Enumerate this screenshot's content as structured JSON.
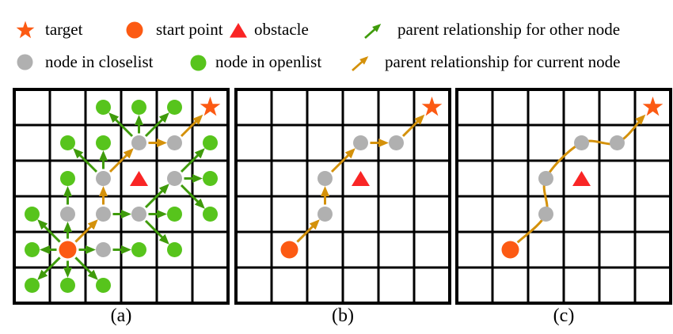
{
  "legend": {
    "rows": [
      {
        "items": [
          {
            "icon": "target-star",
            "label": "target"
          },
          {
            "icon": "start-circle",
            "label": "start point"
          },
          {
            "icon": "obstacle-triangle",
            "label": "obstacle"
          },
          {
            "icon": "arrow-green",
            "label": "parent relationship for other node"
          }
        ]
      },
      {
        "items": [
          {
            "icon": "gray-circle",
            "label": "node in closelist"
          },
          {
            "icon": "green-circle",
            "label": "node in openlist"
          },
          {
            "icon": "arrow-orange",
            "label": "parent relationship for current node"
          }
        ]
      }
    ]
  },
  "colors": {
    "target": "#fc5a13",
    "start": "#fc5a13",
    "obstacle": "#f92525",
    "open_node": "#57c41c",
    "closed_node": "#b0b0b0",
    "other_parent_arrow": "#3f9b0b",
    "current_parent_arrow": "#d4910a",
    "grid": "#000000"
  },
  "panels": [
    {
      "caption": "(a)",
      "grid": {
        "cols": 6,
        "rows": 6
      },
      "star": [
        5,
        0
      ],
      "start": [
        1,
        4
      ],
      "obstacle": [
        3,
        2
      ],
      "gray_nodes": [
        [
          3,
          1
        ],
        [
          4,
          1
        ],
        [
          2,
          2
        ],
        [
          4,
          2
        ],
        [
          1,
          3
        ],
        [
          2,
          3
        ],
        [
          3,
          3
        ],
        [
          2,
          4
        ]
      ],
      "green_nodes": [
        [
          2,
          0
        ],
        [
          3,
          0
        ],
        [
          4,
          0
        ],
        [
          1,
          1
        ],
        [
          2,
          1
        ],
        [
          5,
          1
        ],
        [
          1,
          2
        ],
        [
          5,
          2
        ],
        [
          0,
          3
        ],
        [
          4,
          3
        ],
        [
          5,
          3
        ],
        [
          0,
          4
        ],
        [
          3,
          4
        ],
        [
          4,
          4
        ],
        [
          0,
          5
        ],
        [
          1,
          5
        ],
        [
          2,
          5
        ]
      ],
      "green_arrows": [
        [
          [
            3,
            1
          ],
          [
            2,
            0
          ]
        ],
        [
          [
            3,
            1
          ],
          [
            3,
            0
          ]
        ],
        [
          [
            3,
            1
          ],
          [
            4,
            0
          ]
        ],
        [
          [
            2,
            2
          ],
          [
            1,
            1
          ]
        ],
        [
          [
            2,
            2
          ],
          [
            2,
            1
          ]
        ],
        [
          [
            1,
            3
          ],
          [
            1,
            2
          ]
        ],
        [
          [
            2,
            3
          ],
          [
            3,
            3
          ]
        ],
        [
          [
            3,
            3
          ],
          [
            4,
            2
          ]
        ],
        [
          [
            3,
            3
          ],
          [
            4,
            3
          ]
        ],
        [
          [
            3,
            3
          ],
          [
            4,
            4
          ]
        ],
        [
          [
            4,
            2
          ],
          [
            5,
            1
          ]
        ],
        [
          [
            4,
            2
          ],
          [
            5,
            2
          ]
        ],
        [
          [
            4,
            2
          ],
          [
            5,
            3
          ]
        ],
        [
          [
            2,
            4
          ],
          [
            3,
            4
          ]
        ],
        [
          [
            1,
            4
          ],
          [
            0,
            3
          ]
        ],
        [
          [
            1,
            4
          ],
          [
            1,
            3
          ]
        ],
        [
          [
            1,
            4
          ],
          [
            2,
            4
          ]
        ],
        [
          [
            1,
            4
          ],
          [
            0,
            4
          ]
        ],
        [
          [
            1,
            4
          ],
          [
            0,
            5
          ]
        ],
        [
          [
            1,
            4
          ],
          [
            1,
            5
          ]
        ],
        [
          [
            1,
            4
          ],
          [
            2,
            5
          ]
        ]
      ],
      "orange_arrows": [
        [
          [
            1,
            4
          ],
          [
            2,
            3
          ]
        ],
        [
          [
            2,
            3
          ],
          [
            2,
            2
          ]
        ],
        [
          [
            2,
            2
          ],
          [
            3,
            1
          ]
        ],
        [
          [
            3,
            1
          ],
          [
            4,
            1
          ]
        ],
        [
          [
            4,
            1
          ],
          [
            5,
            0
          ]
        ]
      ]
    },
    {
      "caption": "(b)",
      "grid": {
        "cols": 6,
        "rows": 6
      },
      "star": [
        5,
        0
      ],
      "start": [
        1,
        4
      ],
      "obstacle": [
        3,
        2
      ],
      "gray_nodes": [
        [
          3,
          1
        ],
        [
          4,
          1
        ],
        [
          2,
          2
        ],
        [
          2,
          3
        ]
      ],
      "green_nodes": [],
      "green_arrows": [],
      "orange_arrows": [
        [
          [
            1,
            4
          ],
          [
            2,
            3
          ]
        ],
        [
          [
            2,
            3
          ],
          [
            2,
            2
          ]
        ],
        [
          [
            2,
            2
          ],
          [
            3,
            1
          ]
        ],
        [
          [
            3,
            1
          ],
          [
            4,
            1
          ]
        ],
        [
          [
            4,
            1
          ],
          [
            5,
            0
          ]
        ]
      ]
    },
    {
      "caption": "(c)",
      "grid": {
        "cols": 6,
        "rows": 6
      },
      "star": [
        5,
        0
      ],
      "start": [
        1,
        4
      ],
      "obstacle": [
        3,
        2
      ],
      "gray_nodes": [
        [
          3,
          1
        ],
        [
          4,
          1
        ],
        [
          2,
          2
        ],
        [
          2,
          3
        ]
      ],
      "green_nodes": [],
      "green_arrows": [],
      "orange_arrows": [],
      "smooth_path": [
        [
          1,
          4
        ],
        [
          2,
          3
        ],
        [
          2,
          2
        ],
        [
          3,
          1
        ],
        [
          4,
          1
        ],
        [
          5,
          0
        ]
      ]
    }
  ]
}
